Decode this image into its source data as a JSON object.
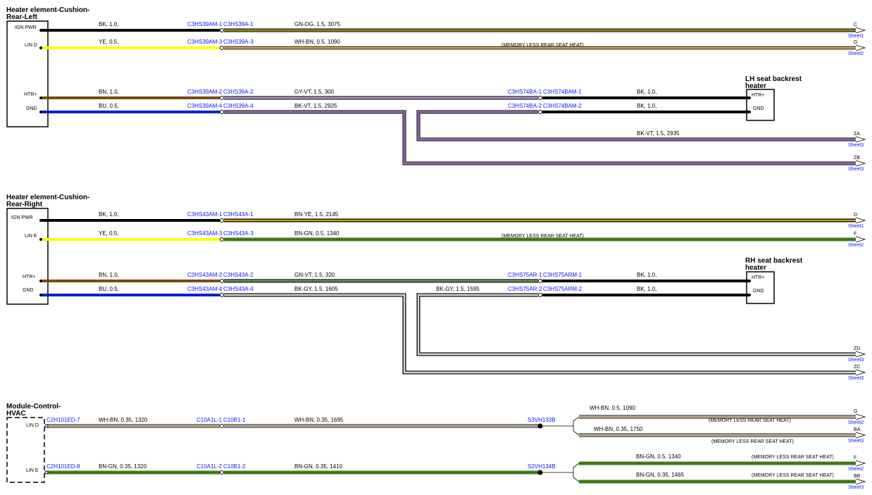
{
  "colors": {
    "BK": "#000000",
    "YE": "#ffff00",
    "BN": "#7a4a14",
    "BU": "#0022cc",
    "GN": "#2e8b1a",
    "OG": "#cc8a1e",
    "WH": "#ffffff",
    "VT": "#7a4fb0",
    "GY": "#9a9a9a",
    "connector_text": "#1010ff"
  },
  "sections": {
    "left_title": [
      "Heater element-Cushion-",
      "Rear-Left"
    ],
    "right_title": [
      "Heater element-Cushion-",
      "Rear-Right"
    ],
    "hvac_title": [
      "Module-Control-",
      "HVAC"
    ]
  },
  "components": {
    "lh_backrest": [
      "LH seat backrest",
      "heater"
    ],
    "rh_backrest": [
      "RH seat backrest",
      "heater"
    ]
  },
  "pins": {
    "ign_pwr": "IGN PWR",
    "lin_d": "LIN D",
    "lin_e": "LIN E",
    "htr_plus": "HTR+",
    "gnd": "GND"
  },
  "wires": {
    "bk10": "BK,  1.0,",
    "ye05": "YE,  0.5,",
    "bn10": "BN,  1.0,",
    "bu05": "BU,  0.5,",
    "gnog": "GN-OG,  1.5,  3075",
    "whbn_1090": "WH-BN,  0.5,  1090",
    "gyvt": "GY-VT,  1.5,  300",
    "bkvt_2925": "BK-VT,  1.5,  2925",
    "bkvt_2935": "BK-VT,  1.5,  2935",
    "bnye": "BN-YE,  1.5,  2145",
    "bngn_1340": "BN-GN,  0.5,  1340",
    "gnvt": "GN-VT,  1.5,  320",
    "bkgy_1605": "BK-GY,  1.5,  1605",
    "bkgy_1595": "BK-GY,  1.5,  1595",
    "whbn_1320": "WH-BN,  0.35,  1320",
    "whbn_1695": "WH-BN,  0.35,  1695",
    "whbn_05_1090": "WH-BN,  0.5,  1090",
    "whbn_1750": "WH-BN,  0.35,  1750",
    "bngn_1320": "BN-GN,  0.35,  1320",
    "bngn_1410": "BN-GN,  0.35,  1410",
    "bngn_05_1340": "BN-GN,  0.5,  1340",
    "bngn_1465": "BN-GN,  0.35,  1465"
  },
  "connectors": {
    "c3hs39am1": "C3HS39AM-1",
    "c3hs39a1": "C3HS39A-1",
    "c3hs39am3": "C3HS39AM-3",
    "c3hs39a3": "C3HS39A-3",
    "c3hs39am2": "C3HS39AM-2",
    "c3hs39a2": "C3HS39A-2",
    "c3hs39am4": "C3HS39AM-4",
    "c3hs39a4": "C3HS39A-4",
    "c3hs74ba1": "C3HS74BA-1",
    "c3hs74bam1": "C3HS74BAM-1",
    "c3hs74ba2": "C3HS74BA-2",
    "c3hs74bam2": "C3HS74BAM-2",
    "c3hs43am1": "C3HS43AM-1",
    "c3hs43a1": "C3HS43A-1",
    "c3hs43am3": "C3HS43AM-3",
    "c3hs43a3": "C3HS43A-3",
    "c3hs43am2": "C3HS43AM-2",
    "c3hs43a2": "C3HS43A-2",
    "c3hs43am4": "C3HS43AM-4",
    "c3hs43a4": "C3HS43A-4",
    "c3hs75ar1": "C3HS75AR-1",
    "c3hs75arm1": "C3HS75ARM-1",
    "c3hs75ar2": "C3HS75AR-2",
    "c3hs75arm2": "C3HS75ARM-2",
    "c2h101ed7": "C2H101ED-7",
    "c2h101ed8": "C2H101ED-8",
    "c10a1l1": "C10A1L-1",
    "c10b1_1": "C10B1-1",
    "c10a1l2": "C10A1L-2",
    "c10b1_2": "C10B1-2",
    "s3vh133b": "S3VH133B",
    "s2vh134b": "S2VH134B"
  },
  "notes": {
    "memory_less": "(MEMORY LESS REAR SEAT HEAT)"
  },
  "refs": {
    "C": "C",
    "G": "G",
    "ZA": "ZA",
    "ZB": "ZB",
    "D": "D",
    "F": "F",
    "ZD": "ZD",
    "ZC": "ZC",
    "BA": "BA",
    "BB": "BB",
    "sheet1": "Sheet1",
    "sheet2": "Sheet2",
    "sheet3": "Sheet3"
  }
}
